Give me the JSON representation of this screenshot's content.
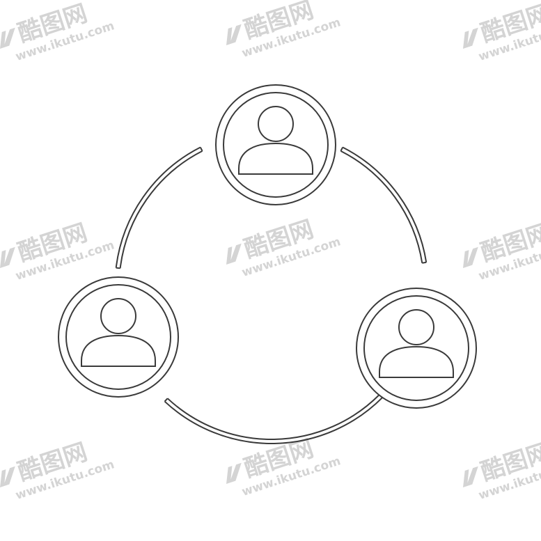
{
  "diagram": {
    "nodes": [
      {
        "id": "user-top",
        "icon": "user-icon"
      },
      {
        "id": "user-left",
        "icon": "user-icon"
      },
      {
        "id": "user-right",
        "icon": "user-icon"
      }
    ],
    "connections": [
      {
        "from": "user-top",
        "to": "user-right"
      },
      {
        "from": "user-right",
        "to": "user-left"
      },
      {
        "from": "user-left",
        "to": "user-top"
      }
    ],
    "colors": {
      "stroke": "#3a3a3a",
      "background": "#ffffff",
      "watermark": "#d4d4d4"
    }
  },
  "watermark": {
    "logo_text": "酷图网",
    "url_text": "www.ikutu.com"
  }
}
